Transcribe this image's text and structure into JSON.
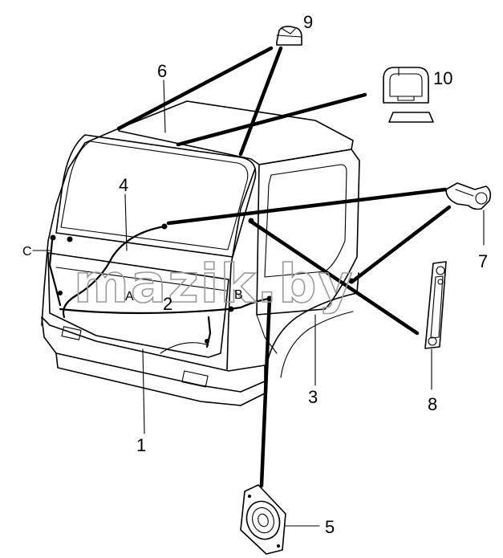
{
  "callouts": {
    "c1": "1",
    "c2": "2",
    "c3": "3",
    "c4": "4",
    "c5": "5",
    "c6": "6",
    "c7": "7",
    "c8": "8",
    "c9": "9",
    "c10": "10"
  },
  "connectors": {
    "a": "A",
    "b": "B",
    "c": "C"
  },
  "watermark": "mazik.by"
}
